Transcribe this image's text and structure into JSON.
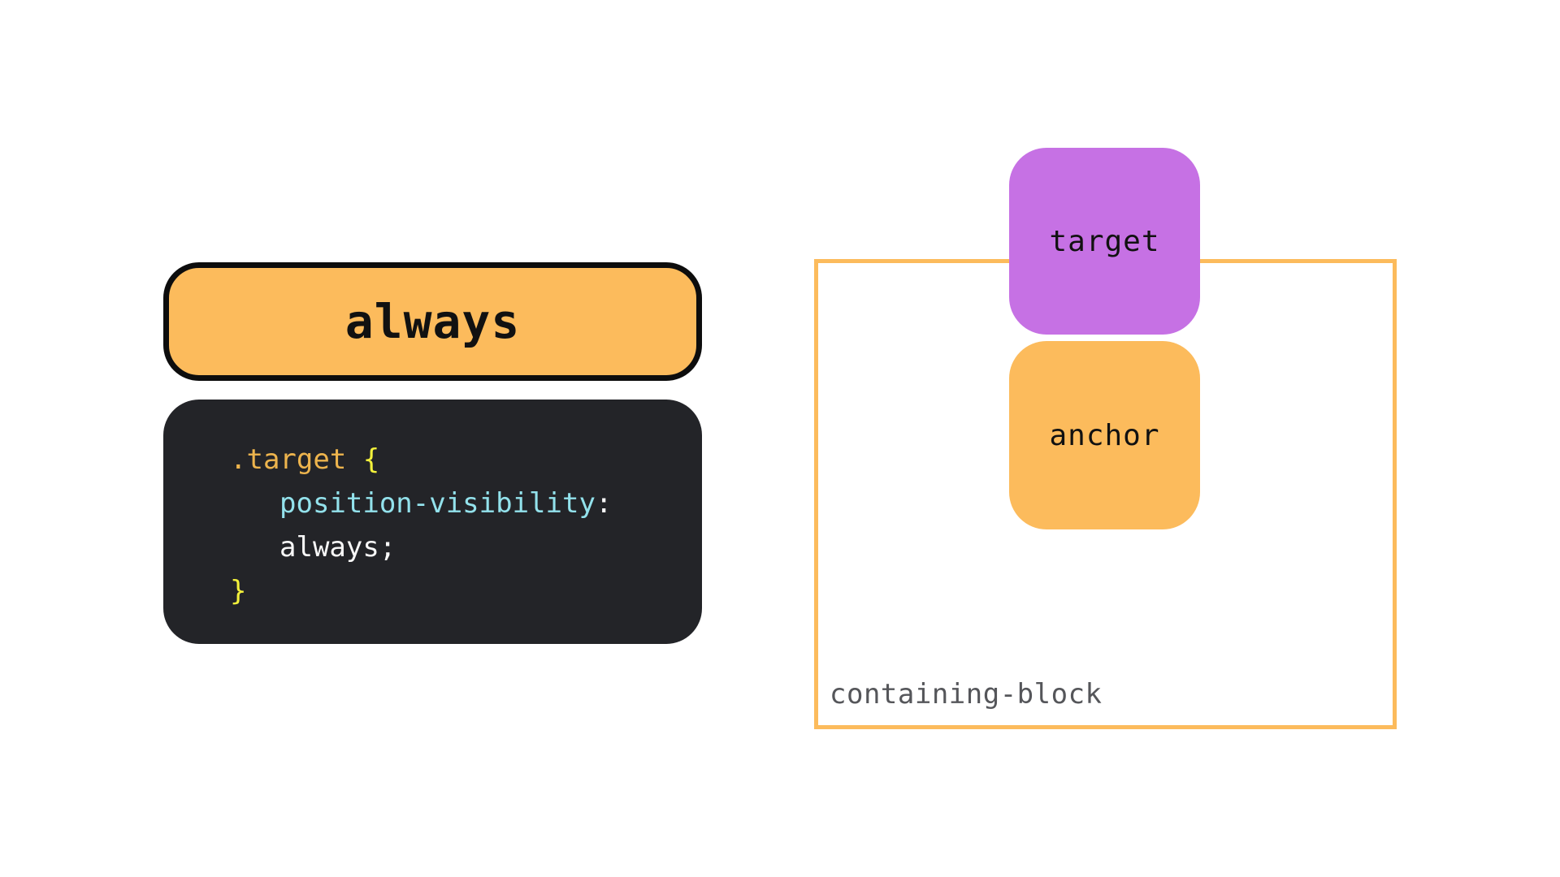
{
  "diagram": {
    "value_pill": {
      "label": "always"
    },
    "code_block": {
      "line1": {
        "selector": ".target ",
        "open_brace": "{"
      },
      "line2": {
        "property": "position-visibility",
        "colon": ":"
      },
      "line3": {
        "value": "always;"
      },
      "line4": {
        "close_brace": "}"
      }
    },
    "containing_block": {
      "label": "containing-block"
    },
    "target_box": {
      "label": "target"
    },
    "anchor_box": {
      "label": "anchor"
    },
    "colors": {
      "orange": "#FCBB5C",
      "purple": "#C671E4",
      "pill_border_black": "#0D0D0D",
      "code_background": "#232428",
      "selector_yellow": "#EDB44D",
      "brace_yellow": "#F3F13B",
      "property_cyan": "#93E2EC",
      "code_text_white": "#F8F8F8",
      "containing_label_gray": "#55565A"
    }
  }
}
